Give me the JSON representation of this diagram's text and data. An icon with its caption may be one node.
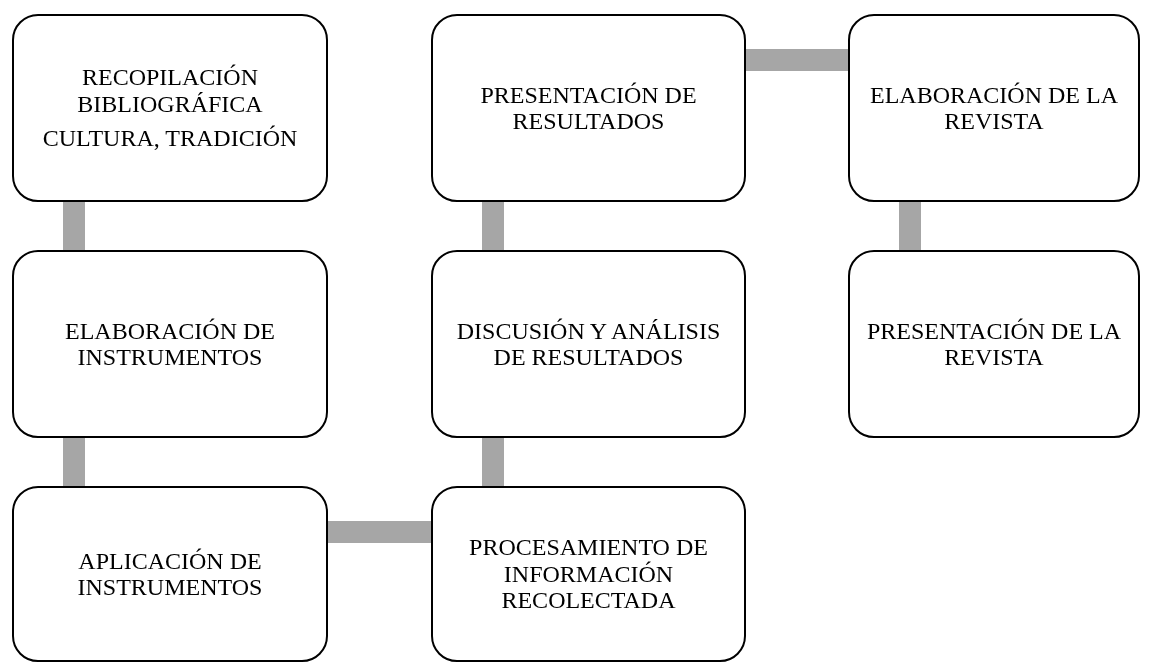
{
  "diagram": {
    "nodes": [
      {
        "text": [
          "RECOPILACIÓN BIBLIOGRÁFICA",
          "CULTURA, TRADICIÓN"
        ]
      },
      {
        "text": [
          "ELABORACIÓN DE INSTRUMENTOS"
        ]
      },
      {
        "text": [
          "APLICACIÓN DE INSTRUMENTOS"
        ]
      },
      {
        "text": [
          "PROCESAMIENTO DE INFORMACIÓN RECOLECTADA"
        ]
      },
      {
        "text": [
          "DISCUSIÓN Y ANÁLISIS DE RESULTADOS"
        ]
      },
      {
        "text": [
          "PRESENTACIÓN DE RESULTADOS"
        ]
      },
      {
        "text": [
          "ELABORACIÓN DE LA REVISTA"
        ]
      },
      {
        "text": [
          "PRESENTACIÓN DE LA REVISTA"
        ]
      }
    ],
    "edges": [
      {
        "from": 0,
        "to": 1,
        "arrow": "none"
      },
      {
        "from": 1,
        "to": 2,
        "arrow": "none"
      },
      {
        "from": 2,
        "to": 3,
        "arrow": "none"
      },
      {
        "from": 3,
        "to": 4,
        "arrow": "none"
      },
      {
        "from": 4,
        "to": 5,
        "arrow": "none"
      },
      {
        "from": 5,
        "to": 6,
        "arrow": "none"
      },
      {
        "from": 6,
        "to": 7,
        "arrow": "none"
      }
    ]
  }
}
